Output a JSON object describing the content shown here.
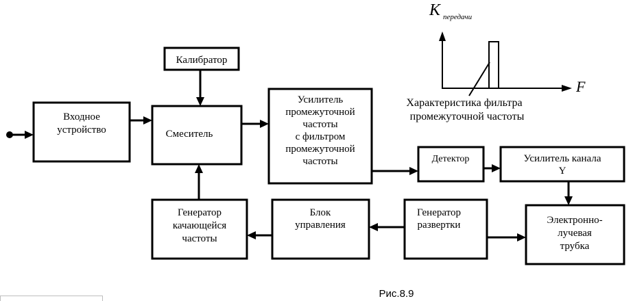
{
  "blocks": {
    "calibrator": [
      "Калибратор"
    ],
    "input_device": [
      "Входное",
      "устройство"
    ],
    "mixer": [
      "Смеситель"
    ],
    "if_amplifier": [
      "Усилитель",
      "промежуточной",
      "частоты",
      "с фильтром",
      "промежуточной",
      "частоты"
    ],
    "detector": [
      "Детектор"
    ],
    "y_amplifier": [
      "Усилитель канала",
      "Y"
    ],
    "crt": [
      "Электронно-",
      "лучевая",
      "трубка"
    ],
    "sweep_generator": [
      "Генератор",
      "развертки"
    ],
    "control_unit": [
      "Блок",
      "управления"
    ],
    "swept_generator": [
      "Генератор",
      "качающейся",
      "частоты"
    ]
  },
  "inset": {
    "y_label_main": "K",
    "y_label_sub": "передачи",
    "x_label": "F",
    "caption": [
      "Характеристика фильтра",
      "промежуточной частоты"
    ]
  },
  "figure_caption": "Рис.8.9"
}
